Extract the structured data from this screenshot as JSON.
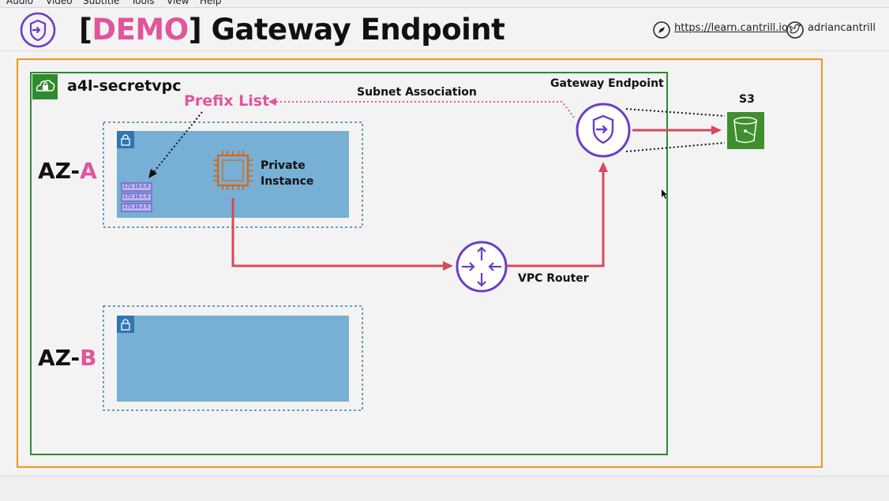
{
  "menu": [
    "Audio",
    "Video",
    "Subtitle",
    "Tools",
    "View",
    "Help"
  ],
  "header": {
    "title_open_bracket": "[",
    "title_demo": "DEMO",
    "title_rest": "] Gateway Endpoint",
    "site_link": "https://learn.cantrill.io",
    "twitter_handle": "adriancantrill"
  },
  "diagram": {
    "vpc_name": "a4l-secretvpc",
    "az_a_prefix": "AZ-",
    "az_a_letter": "A",
    "az_b_prefix": "AZ-",
    "az_b_letter": "B",
    "prefix_list_label": "Prefix List",
    "prefix_entries": [
      "172.16.0.0",
      "172.16.1.0",
      "172.16.2.0"
    ],
    "instance_label_line1": "Private",
    "instance_label_line2": "Instance",
    "subnet_association_label": "Subnet Association",
    "gateway_endpoint_label": "Gateway Endpoint",
    "s3_label": "S3",
    "vpc_router_label": "VPC Router"
  },
  "colors": {
    "accent_pink": "#e0569a",
    "region_orange": "#f0961e",
    "vpc_green": "#2e8b2e",
    "subnet_blue": "#78afd4",
    "subnet_border": "#3a7fb0",
    "flow_red": "#d9485a",
    "endpoint_purple": "#6a3fc2",
    "ec2_orange": "#d86613",
    "s3_green": "#3f8f2f"
  }
}
